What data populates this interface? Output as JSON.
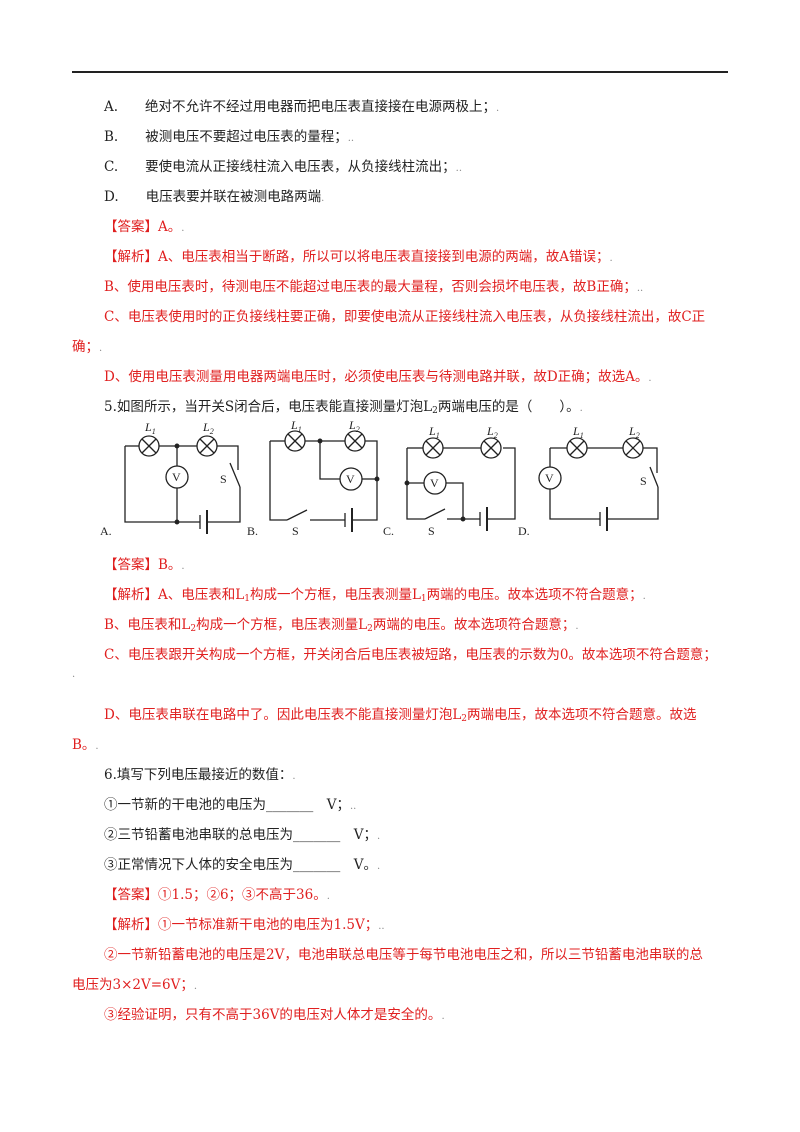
{
  "q4": {
    "options": [
      {
        "letter": "A.",
        "text": "绝对不允许不经过用电器而把电压表直接接在电源两极上；"
      },
      {
        "letter": "B.",
        "text": "被测电压不要超过电压表的量程；"
      },
      {
        "letter": "C.",
        "text": "要使电流从正接线柱流入电压表，从负接线柱流出；"
      },
      {
        "letter": "D.",
        "text": "电压表要并联在被测电路两端"
      }
    ],
    "answer_tag": "【答案】",
    "answer": "A。",
    "analysis_tag": "【解析】",
    "analysis": [
      "A、电压表相当于断路，所以可以将电压表直接接到电源的两端，故A错误；",
      "B、使用电压表时，待测电压不能超过电压表的最大量程，否则会损坏电压表，故B正确；",
      "C、电压表使用时的正负接线柱要正确，即要使电流从正接线柱流入电压表，从负接线柱流出，故C正",
      "确；",
      "D、使用电压表测量用电器两端电压时，必须使电压表与待测电路并联，故D正确；故选A。"
    ]
  },
  "q5": {
    "stem_a": "5.如图所示，当开关S闭合后，电压表能直接测量灯泡L",
    "stem_sub": "2",
    "stem_b": "两端电压的是（　　）。",
    "circuit_labels": {
      "L1": "L",
      "L1_sub": "1",
      "L2": "L",
      "L2_sub": "2",
      "V": "V",
      "S": "S",
      "optA": "A.",
      "optB": "B.",
      "optC": "C.",
      "optD": "D."
    },
    "answer_tag": "【答案】",
    "answer": "B。",
    "analysis_tag": "【解析】",
    "a1a": "A、电压表和L",
    "a1s": "1",
    "a1b": "构成一个方框，电压表测量L",
    "a1s2": "1",
    "a1c": "两端的电压。故本选项不符合题意；",
    "a2a": "B、电压表和L",
    "a2s": "2",
    "a2b": "构成一个方框，电压表测量L",
    "a2s2": "2",
    "a2c": "两端的电压。故本选项符合题意；",
    "a3": "C、电压表跟开关构成一个方框，开关闭合后电压表被短路，电压表的示数为0。故本选项不符合题意；",
    "a4a": "D、电压表串联在电路中了。因此电压表不能直接测量灯泡L",
    "a4s": "2",
    "a4b": "两端电压，故本选项不符合题意。故选",
    "a4c": "B。"
  },
  "q6": {
    "stem": "6.填写下列电压最接近的数值：",
    "items": [
      {
        "text": "①一节新的干电池的电压为_______　V；"
      },
      {
        "text": "②三节铅蓄电池串联的总电压为_______　V；"
      },
      {
        "text": "③正常情况下人体的安全电压为_______　V。"
      }
    ],
    "answer_tag": "【答案】",
    "answer": "①1.5；②6；③不高于36。",
    "analysis_tag": "【解析】",
    "analysis": [
      "①一节标准新干电池的电压为1.5V；",
      "②一节新铅蓄电池的电压是2V，电池串联总电压等于每节电池电压之和，所以三节铅蓄电池串联的总",
      "电压为3×2V=6V；",
      "③经验证明，只有不高于36V的电压对人体才是安全的。"
    ]
  }
}
